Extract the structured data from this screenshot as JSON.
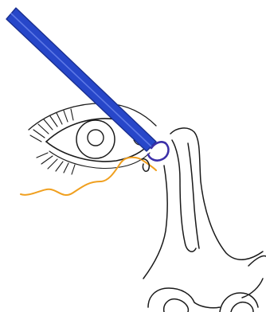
{
  "diagram": {
    "colors": {
      "outline": "#1a1a1a",
      "probe": "#2747c9",
      "probe_edge": "#1a2f8f",
      "probe_tip": "#3b2fa8",
      "thread": "#f0a020",
      "background": "#ffffff"
    },
    "parts": [
      "eye",
      "eyelashes",
      "nose",
      "nostril",
      "probe",
      "thread"
    ]
  }
}
